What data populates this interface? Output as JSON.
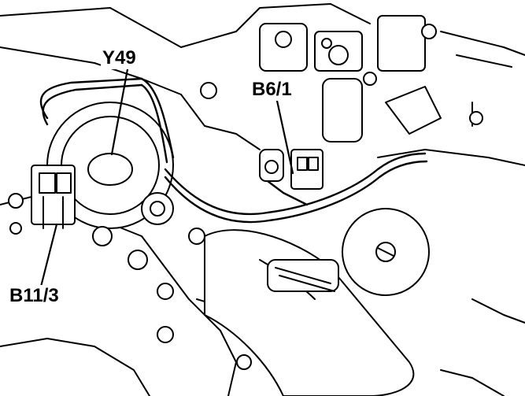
{
  "callouts": {
    "y49": "Y49",
    "b6_1": "B6/1",
    "b11_3": "B11/3"
  },
  "colors": {
    "ink": "#000000",
    "paper": "#ffffff",
    "shade": "#e6e6e6"
  }
}
